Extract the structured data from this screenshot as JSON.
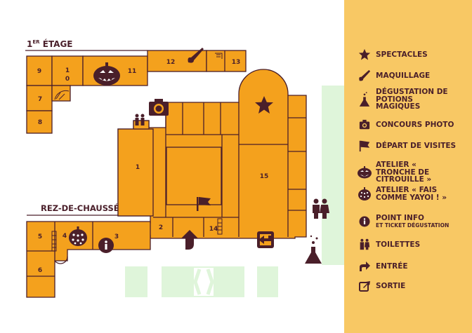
{
  "floors": {
    "first": {
      "label": "1",
      "sup": "ER",
      "rest": " ÉTAGE"
    },
    "ground": {
      "label": "REZ-DE-CHAUSSÉE"
    }
  },
  "rooms": {
    "r1": "1",
    "r2": "2",
    "r3": "3",
    "r4": "4",
    "r5": "5",
    "r6": "6",
    "r7": "7",
    "r8": "8",
    "r9": "9",
    "r10a": "1",
    "r10b": "0",
    "r11": "11",
    "r12": "12",
    "r13": "13",
    "r14": "14",
    "r15": "15"
  },
  "legend": [
    {
      "icon": "star-icon",
      "label": "SPECTACLES"
    },
    {
      "icon": "brush-icon",
      "label": "MAQUILLAGE"
    },
    {
      "icon": "potion-icon",
      "label": "DÉGUSTATION DE POTIONS MAGIQUES"
    },
    {
      "icon": "camera-icon",
      "label": "CONCOURS PHOTO"
    },
    {
      "icon": "flag-icon",
      "label": "DÉPART DE VISITES"
    },
    {
      "icon": "pumpkin-face-icon",
      "label": "ATELIER « TRONCHE DE CITROUILLE »"
    },
    {
      "icon": "pumpkin-dots-icon",
      "label": "ATELIER « FAIS COMME YAYOI ! »"
    },
    {
      "icon": "info-icon",
      "label": "POINT INFO",
      "sub": "ET TICKET DÉGUSTATION"
    },
    {
      "icon": "toilets-icon",
      "label": "TOILETTES"
    },
    {
      "icon": "entrance-arrow-icon",
      "label": "ENTRÉE"
    },
    {
      "icon": "exit-icon",
      "label": "SORTIE"
    }
  ],
  "colors": {
    "room": "#f4a11d",
    "outline": "#4a1f2a",
    "panel": "#f8c864",
    "garden": "#dff5da"
  }
}
